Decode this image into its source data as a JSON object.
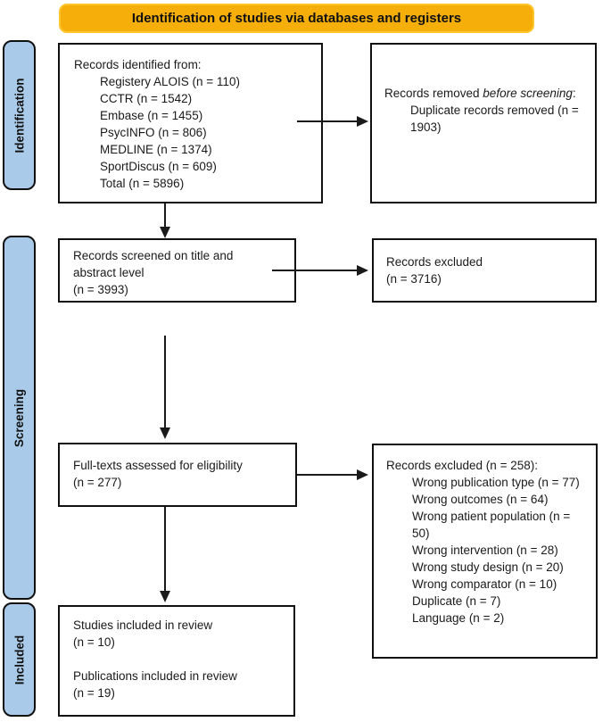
{
  "banner": {
    "label": "Identification of studies via databases and registers"
  },
  "sidebar": {
    "items": [
      {
        "label": "Identification"
      },
      {
        "label": "Screening"
      },
      {
        "label": "Included"
      }
    ]
  },
  "boxes": {
    "identified": {
      "title": "Records identified from:",
      "items": [
        "Registery ALOIS (n = 110)",
        "CCTR (n = 1542)",
        "Embase (n = 1455)",
        "PsycINFO (n = 806)",
        "MEDLINE (n = 1374)",
        "SportDiscus (n = 609)",
        "Total (n = 5896)"
      ]
    },
    "removed": {
      "title_prefix": "Records removed ",
      "title_italic": "before screening",
      "title_suffix": ":",
      "items": [
        "Duplicate records removed (n = 1903)"
      ]
    },
    "screened": {
      "lines": [
        "Records screened on title and abstract level",
        "(n = 3993)"
      ]
    },
    "excluded_screening": {
      "lines": [
        "Records excluded",
        "(n = 3716)"
      ]
    },
    "fulltext": {
      "lines": [
        "Full-texts assessed for eligibility",
        "(n = 277)"
      ]
    },
    "excluded_fulltext": {
      "title": "Records excluded (n = 258):",
      "items": [
        "Wrong publication type (n = 77)",
        "Wrong outcomes (n = 64)",
        "Wrong patient population (n = 50)",
        "Wrong intervention (n = 28)",
        "Wrong study design (n = 20)",
        "Wrong comparator (n = 10)",
        "Duplicate (n = 7)",
        "Language (n = 2)"
      ]
    },
    "included": {
      "para1_lines": [
        "Studies included in review",
        "(n = 10)"
      ],
      "para2_lines": [
        "Publications included in review",
        "(n = 19)"
      ]
    }
  },
  "colors": {
    "banner_fill": "#F5AE0A",
    "banner_border": "#FFC52B",
    "sidebar_fill": "#A9CBE9",
    "box_border": "#111111",
    "arrow": "#1a1a1a"
  }
}
